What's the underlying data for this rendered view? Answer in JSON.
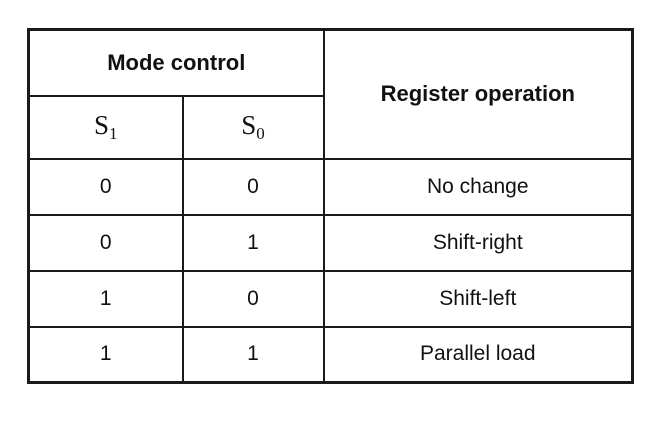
{
  "table": {
    "headers": {
      "mode_control": "Mode control",
      "register_operation": "Register operation",
      "s1": {
        "base": "S",
        "sub": "1"
      },
      "s0": {
        "base": "S",
        "sub": "0"
      }
    },
    "rows": [
      {
        "s1": "0",
        "s0": "0",
        "operation": "No change"
      },
      {
        "s1": "0",
        "s0": "1",
        "operation": "Shift-right"
      },
      {
        "s1": "1",
        "s0": "0",
        "operation": "Shift-left"
      },
      {
        "s1": "1",
        "s0": "1",
        "operation": "Parallel load"
      }
    ]
  }
}
